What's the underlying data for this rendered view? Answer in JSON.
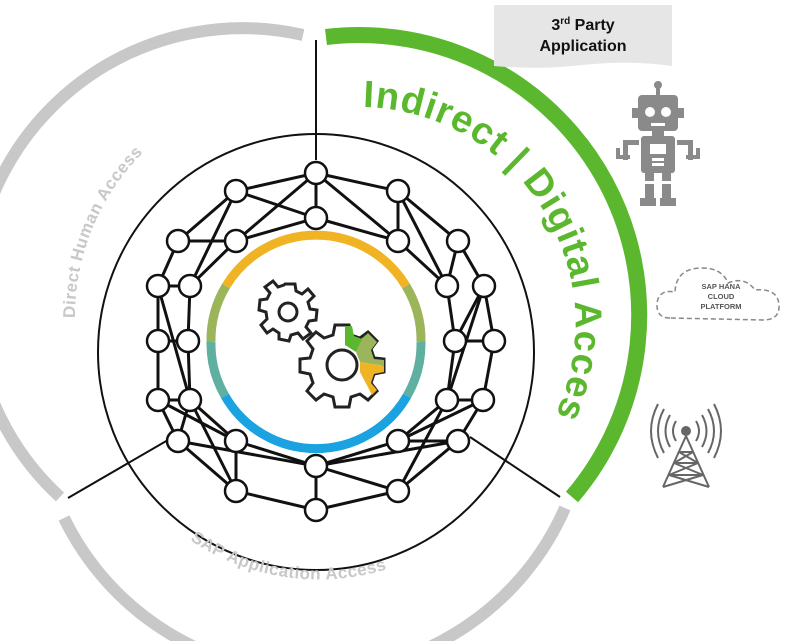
{
  "segments": {
    "indirect": {
      "label": "Indirect | Digital Access",
      "color": "#5BB82E"
    },
    "direct": {
      "label": "Direct Human Access",
      "color": "#C8C8C8"
    },
    "sap": {
      "label": "SAP Application Access",
      "color": "#C8C8C8"
    }
  },
  "third_party": {
    "line1_base": "3",
    "line1_sup": "rd",
    "line1_rest": " Party",
    "line2": "Application"
  },
  "cloud": {
    "line1": "SAP HANA",
    "line2": "CLOUD",
    "line3": "PLATFORM"
  },
  "icons": {
    "robot": "robot-icon",
    "cloud": "cloud-icon",
    "tower": "radio-tower-icon",
    "gears": "gears-icon"
  },
  "ring_colors": {
    "top": "#F0B323",
    "right": "#9BB55A",
    "left": "#9BB55A",
    "lower": "#5FB0A0",
    "bottom": "#1AA3E0"
  }
}
